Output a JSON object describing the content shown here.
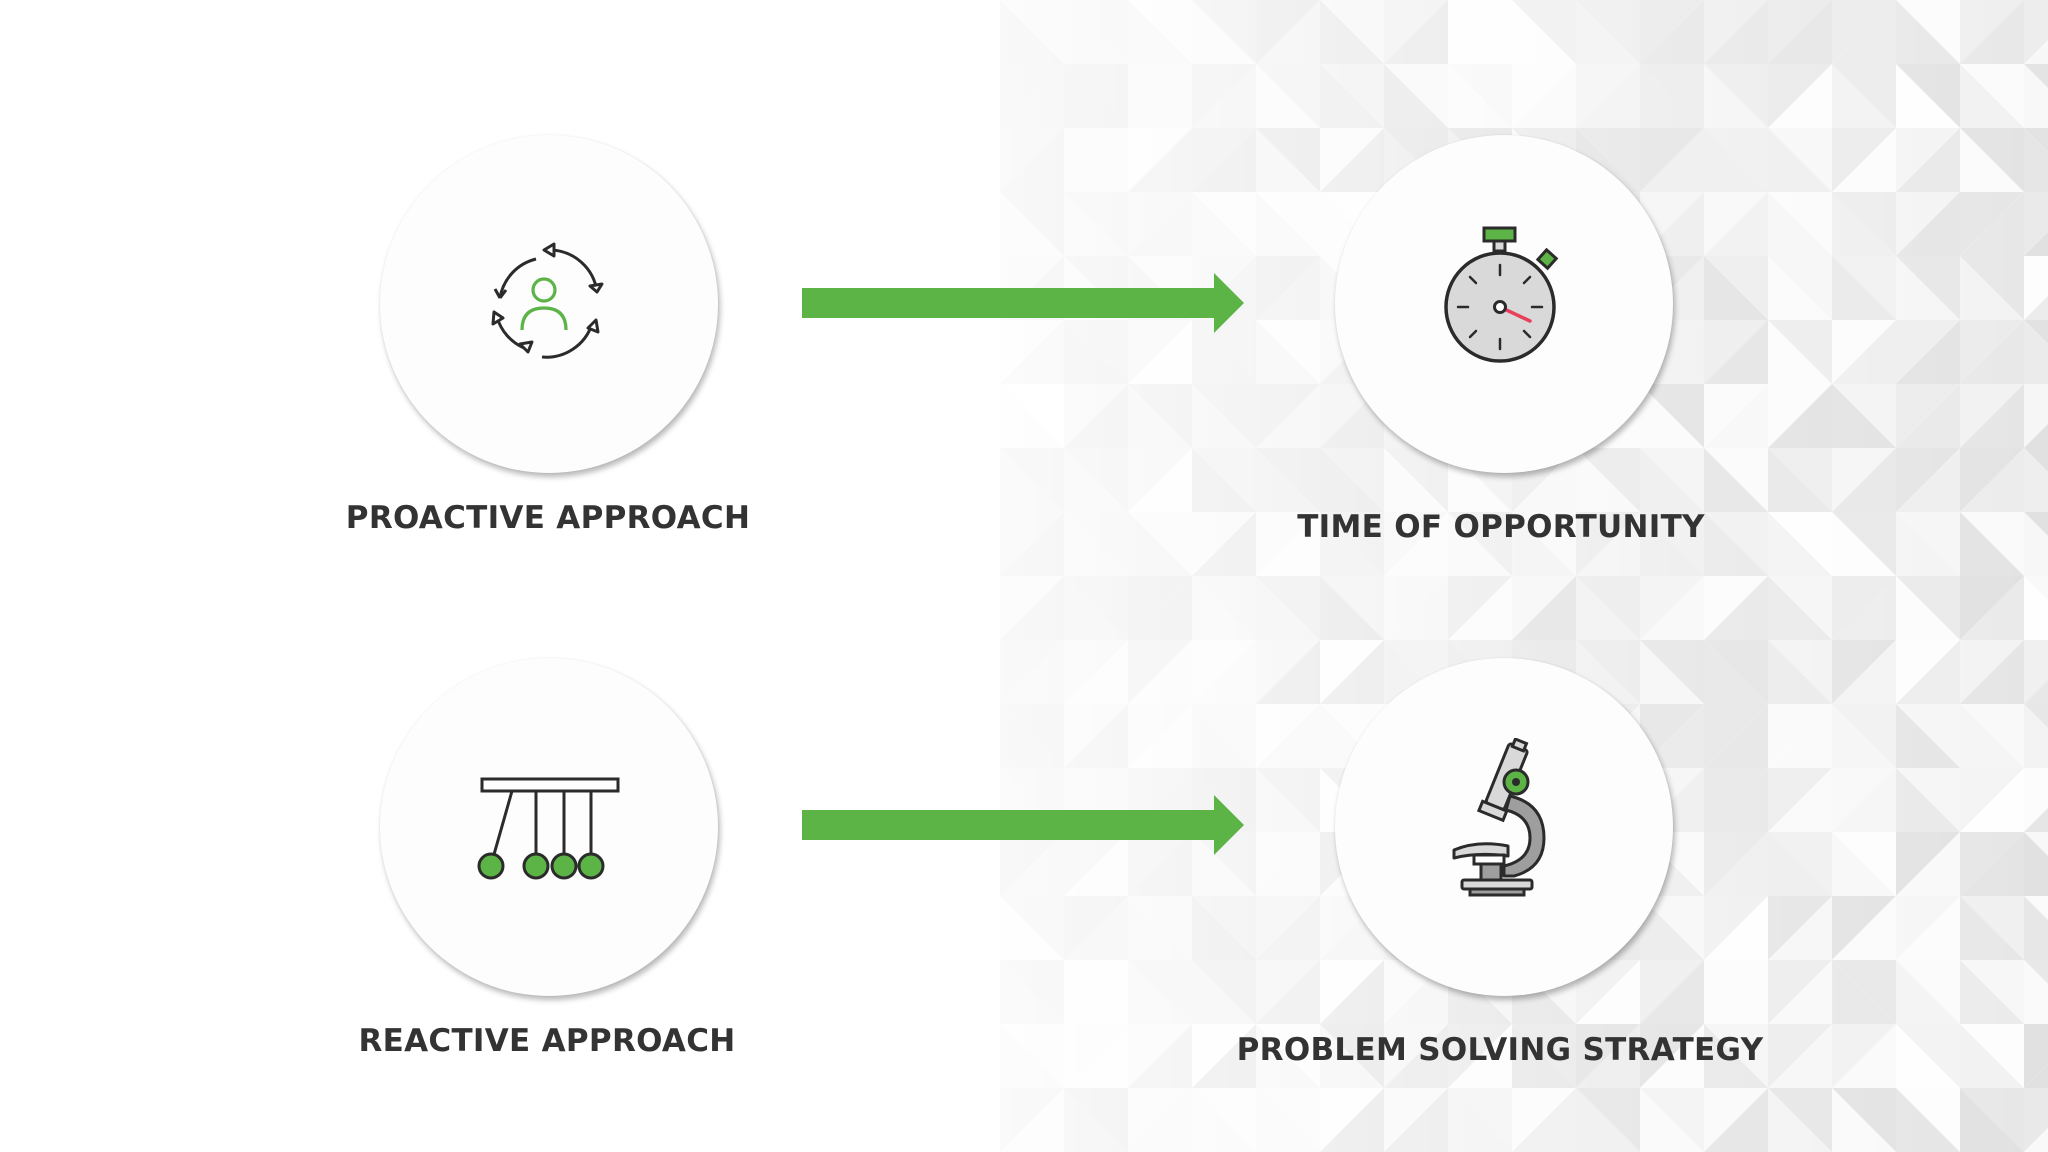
{
  "diagram": {
    "rows": [
      {
        "source": {
          "label": "PROACTIVE APPROACH",
          "icon": "cycle-person-icon"
        },
        "target": {
          "label": "TIME OF OPPORTUNITY",
          "icon": "stopwatch-icon"
        }
      },
      {
        "source": {
          "label": "REACTIVE APPROACH",
          "icon": "newtons-cradle-icon"
        },
        "target": {
          "label": "PROBLEM SOLVING STRATEGY",
          "icon": "microscope-icon"
        }
      }
    ]
  },
  "colors": {
    "accent_green": "#5cb346",
    "label_text": "#333333",
    "icon_stroke": "#2b2b2b",
    "stopwatch_hand": "#e8405a",
    "icon_gray": "#d9d9d9"
  }
}
